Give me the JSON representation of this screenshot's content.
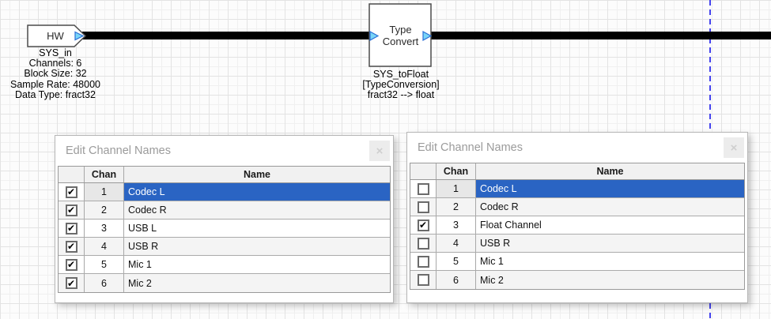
{
  "colors": {
    "selection_blue": "#2a64c3",
    "pin_fill": "#79d5f7",
    "pin_border": "#2a6fd6",
    "guide_line": "#4443ee",
    "wire": "#000000"
  },
  "blocks": {
    "hw": {
      "label": "HW",
      "name": "SYS_in",
      "props": [
        "Channels: 6",
        "Block Size: 32",
        "Sample Rate: 48000",
        "Data Type: fract32"
      ]
    },
    "type_convert": {
      "label_line1": "Type",
      "label_line2": "Convert",
      "name": "SYS_toFloat",
      "class_name": "[TypeConversion]",
      "conversion": "fract32 --> float"
    }
  },
  "dialogs": [
    {
      "title": "Edit Channel Names",
      "close_icon": "×",
      "columns": {
        "check": "",
        "chan": "Chan",
        "name": "Name"
      },
      "rows": [
        {
          "chan": "1",
          "name": "Codec L",
          "checked": true,
          "selected": true
        },
        {
          "chan": "2",
          "name": "Codec R",
          "checked": true,
          "selected": false
        },
        {
          "chan": "3",
          "name": "USB L",
          "checked": true,
          "selected": false
        },
        {
          "chan": "4",
          "name": "USB R",
          "checked": true,
          "selected": false
        },
        {
          "chan": "5",
          "name": "Mic 1",
          "checked": true,
          "selected": false
        },
        {
          "chan": "6",
          "name": "Mic 2",
          "checked": true,
          "selected": false
        }
      ]
    },
    {
      "title": "Edit Channel Names",
      "close_icon": "×",
      "columns": {
        "check": "",
        "chan": "Chan",
        "name": "Name"
      },
      "rows": [
        {
          "chan": "1",
          "name": "Codec L",
          "checked": false,
          "selected": true
        },
        {
          "chan": "2",
          "name": "Codec R",
          "checked": false,
          "selected": false
        },
        {
          "chan": "3",
          "name": "Float Channel",
          "checked": true,
          "selected": false
        },
        {
          "chan": "4",
          "name": "USB R",
          "checked": false,
          "selected": false
        },
        {
          "chan": "5",
          "name": "Mic 1",
          "checked": false,
          "selected": false
        },
        {
          "chan": "6",
          "name": "Mic 2",
          "checked": false,
          "selected": false
        }
      ]
    }
  ],
  "checkmark_glyph": "✔"
}
